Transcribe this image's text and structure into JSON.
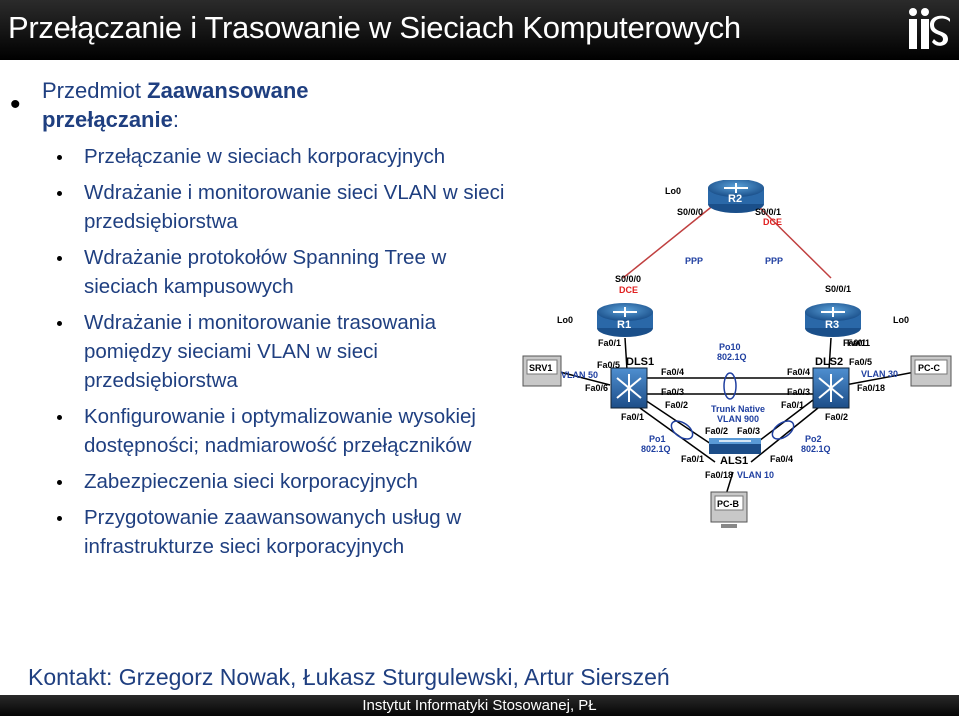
{
  "header": {
    "title": "Przełączanie i Trasowanie w Sieciach Komputerowych",
    "logo_text": "iis"
  },
  "subject": {
    "prefix": "Przedmiot ",
    "name_line1": "Zaawansowane",
    "name_line2": "przełączanie",
    "suffix": ":"
  },
  "topics": [
    "Przełączanie w sieciach korporacyjnych",
    "Wdrażanie i monitorowanie sieci VLAN w sieci przedsiębiorstwa",
    "Wdrażanie protokołów Spanning Tree w sieciach kampusowych",
    "Wdrażanie i monitorowanie trasowania pomiędzy sieciami VLAN w sieci przedsiębiorstwa",
    "Konfigurowanie i optymalizowanie wysokiej dostępności; nadmiarowość przełączników",
    "Zabezpieczenia sieci korporacyjnych",
    "Przygotowanie zaawansowanych usług w infrastrukturze sieci korporacyjnych"
  ],
  "contact": "Kontakt: Grzegorz Nowak, Łukasz Sturgulewski, Artur Sierszeń",
  "footer": "Instytut Informatyki Stosowanej, PŁ",
  "diagram": {
    "devices": {
      "r1": "R1",
      "r2": "R2",
      "r3": "R3",
      "dls1": "DLS1",
      "dls2": "DLS2",
      "als1": "ALS1",
      "srv1": "SRV1",
      "pcb": "PC-B",
      "pcc": "PC-C"
    },
    "labels": {
      "r2_lo0": "Lo0",
      "r2_s000": "S0/0/0",
      "r2_s001": "S0/0/1",
      "r2_dce": "DCE",
      "ppp_left": "PPP",
      "ppp_right": "PPP",
      "r1_s000": "S0/0/0",
      "r1_dce": "DCE",
      "r1_lo0": "Lo0",
      "r1_fa01": "Fa0/1",
      "r3_s001": "S0/0/1",
      "r3_lo0": "Lo0",
      "r3_fa01": "Fa0/1",
      "dls1_fa05": "Fa0/5",
      "dls1_fa06": "Fa0/6",
      "dls1_fa04": "Fa0/4",
      "dls1_fa03": "Fa0/3",
      "dls1_fa02": "Fa0/2",
      "dls1_fa01": "Fa0/1",
      "vlan50": "VLAN 50",
      "po10": "Po10",
      "po10_q": "802.1Q",
      "dls2_fa01": "Fa0/1",
      "dls2_fa05": "Fa0/5",
      "dls2_fa04": "Fa0/4",
      "dls2_fa03": "Fa0/3",
      "dls2_fa01b": "Fa0/1",
      "dls2_fa02": "Fa0/2",
      "dls2_fa018": "Fa0/18",
      "vlan30": "VLAN 30",
      "trunk1": "Trunk Native",
      "trunk2": "VLAN 900",
      "als1_fa02": "Fa0/2",
      "als1_fa03": "Fa0/3",
      "als1_fa01": "Fa0/1",
      "als1_fa04": "Fa0/4",
      "als1_fa018": "Fa0/18",
      "vlan10": "VLAN 10",
      "po1": "Po1",
      "po1_q": "802.1Q",
      "po2": "Po2",
      "po2_q": "802.1Q"
    }
  }
}
